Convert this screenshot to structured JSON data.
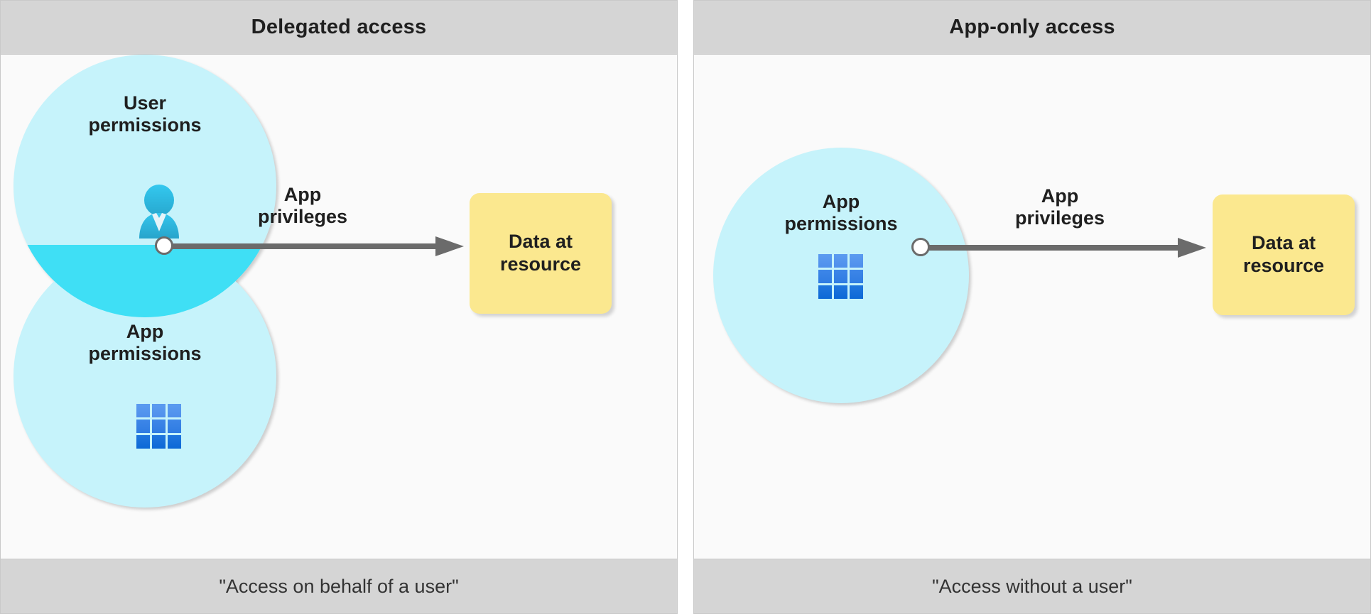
{
  "diagram": {
    "title_left": "Delegated access",
    "title_right": "App-only access",
    "accent_circle": "#c6f3fb",
    "accent_overlap": "#3fdff5",
    "accent_resource": "#fbe88f",
    "accent_arrow": "#6b6b6b",
    "band_background": "#d5d5d5",
    "panel_background": "#fafafa"
  },
  "panels": [
    {
      "header": "Delegated access",
      "footer": "\"Access on behalf of a user\"",
      "circles": [
        {
          "label_line1": "User",
          "label_line2": "permissions",
          "icon": "user-icon"
        },
        {
          "label_line1": "App",
          "label_line2": "permissions",
          "icon": "app-grid-icon"
        }
      ],
      "arrow": {
        "label_line1": "App",
        "label_line2": "privileges"
      },
      "resource": {
        "label_line1": "Data at",
        "label_line2": "resource"
      }
    },
    {
      "header": "App-only access",
      "footer": "\"Access without a user\"",
      "circles": [
        {
          "label_line1": "App",
          "label_line2": "permissions",
          "icon": "app-grid-icon"
        }
      ],
      "arrow": {
        "label_line1": "App",
        "label_line2": "privileges"
      },
      "resource": {
        "label_line1": "Data at",
        "label_line2": "resource"
      }
    }
  ]
}
